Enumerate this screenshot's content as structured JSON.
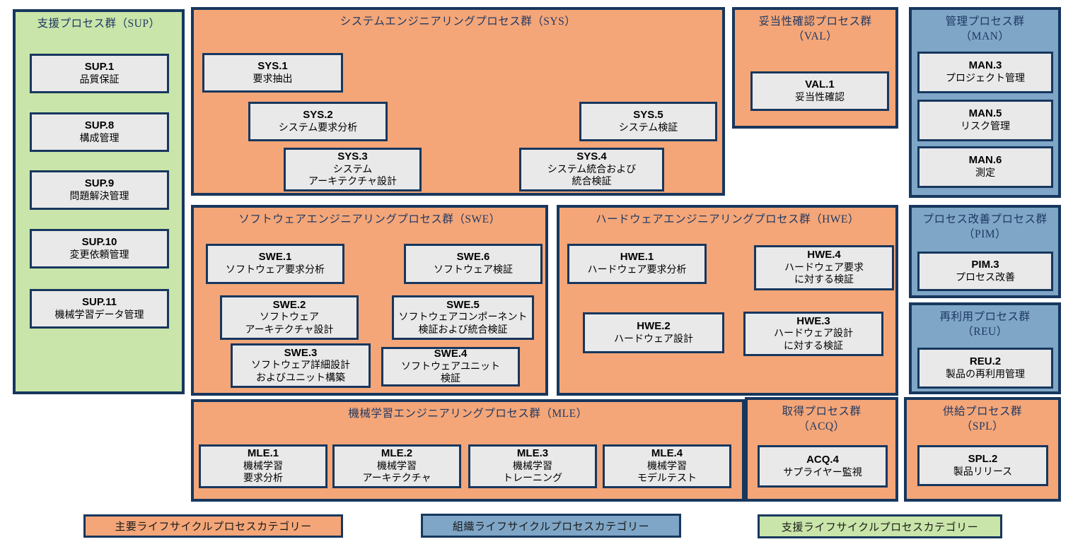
{
  "colors": {
    "main_category_fill": "#F4A678",
    "organizational_category_fill": "#7FA6C6",
    "supporting_category_fill": "#C9E5A9",
    "panel_border": "#17375E",
    "process_box_fill": "#E9E9E9",
    "title_text": "#1F3864",
    "box_text": "#000000"
  },
  "groups": {
    "sup": {
      "title": "支援プロセス群（SUP）",
      "boxes": [
        {
          "code": "SUP.1",
          "name": "品質保証"
        },
        {
          "code": "SUP.8",
          "name": "構成管理"
        },
        {
          "code": "SUP.9",
          "name": "問題解決管理"
        },
        {
          "code": "SUP.10",
          "name": "変更依頼管理"
        },
        {
          "code": "SUP.11",
          "name": "機械学習データ管理"
        }
      ]
    },
    "sys": {
      "title": "システムエンジニアリングプロセス群（SYS）",
      "boxes": [
        {
          "code": "SYS.1",
          "name": "要求抽出"
        },
        {
          "code": "SYS.2",
          "name": "システム要求分析"
        },
        {
          "code": "SYS.3",
          "name": "システム\nアーキテクチャ設計"
        },
        {
          "code": "SYS.4",
          "name": "システム統合および\n統合検証"
        },
        {
          "code": "SYS.5",
          "name": "システム検証"
        }
      ]
    },
    "swe": {
      "title": "ソフトウェアエンジニアリングプロセス群（SWE）",
      "boxes": [
        {
          "code": "SWE.1",
          "name": "ソフトウェア要求分析"
        },
        {
          "code": "SWE.6",
          "name": "ソフトウェア検証"
        },
        {
          "code": "SWE.2",
          "name": "ソフトウェア\nアーキテクチャ設計"
        },
        {
          "code": "SWE.5",
          "name": "ソフトウェアコンポーネント\n検証および統合検証"
        },
        {
          "code": "SWE.3",
          "name": "ソフトウェア詳細設計\nおよびユニット構築"
        },
        {
          "code": "SWE.4",
          "name": "ソフトウェアユニット\n検証"
        }
      ]
    },
    "hwe": {
      "title": "ハードウェアエンジニアリングプロセス群（HWE）",
      "boxes": [
        {
          "code": "HWE.1",
          "name": "ハードウェア要求分析"
        },
        {
          "code": "HWE.4",
          "name": "ハードウェア要求\nに対する検証"
        },
        {
          "code": "HWE.2",
          "name": "ハードウェア設計"
        },
        {
          "code": "HWE.3",
          "name": "ハードウェア設計\nに対する検証"
        }
      ]
    },
    "mle": {
      "title": "機械学習エンジニアリングプロセス群（MLE）",
      "boxes": [
        {
          "code": "MLE.1",
          "name": "機械学習\n要求分析"
        },
        {
          "code": "MLE.2",
          "name": "機械学習\nアーキテクチャ"
        },
        {
          "code": "MLE.3",
          "name": "機械学習\nトレーニング"
        },
        {
          "code": "MLE.4",
          "name": "機械学習\nモデルテスト"
        }
      ]
    },
    "val": {
      "title": "妥当性確認プロセス群\n（VAL）",
      "boxes": [
        {
          "code": "VAL.1",
          "name": "妥当性確認"
        }
      ]
    },
    "man": {
      "title": "管理プロセス群\n（MAN）",
      "boxes": [
        {
          "code": "MAN.3",
          "name": "プロジェクト管理"
        },
        {
          "code": "MAN.5",
          "name": "リスク管理"
        },
        {
          "code": "MAN.6",
          "name": "測定"
        }
      ]
    },
    "pim": {
      "title": "プロセス改善プロセス群\n（PIM）",
      "boxes": [
        {
          "code": "PIM.3",
          "name": "プロセス改善"
        }
      ]
    },
    "reu": {
      "title": "再利用プロセス群\n（REU）",
      "boxes": [
        {
          "code": "REU.2",
          "name": "製品の再利用管理"
        }
      ]
    },
    "acq": {
      "title": "取得プロセス群\n（ACQ）",
      "boxes": [
        {
          "code": "ACQ.4",
          "name": "サプライヤー監視"
        }
      ]
    },
    "spl": {
      "title": "供給プロセス群\n（SPL）",
      "boxes": [
        {
          "code": "SPL.2",
          "name": "製品リリース"
        }
      ]
    }
  },
  "legend": [
    {
      "label": "主要ライフサイクルプロセスカテゴリー",
      "category": "main"
    },
    {
      "label": "組織ライフサイクルプロセスカテゴリー",
      "category": "organizational"
    },
    {
      "label": "支援ライフサイクルプロセスカテゴリー",
      "category": "supporting"
    }
  ]
}
